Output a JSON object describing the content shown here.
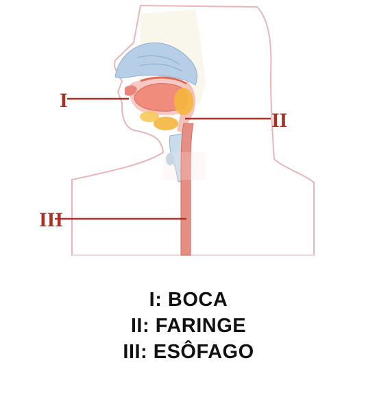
{
  "diagram": {
    "markers": [
      {
        "id": "I",
        "text": "I"
      },
      {
        "id": "II",
        "text": "II"
      },
      {
        "id": "III",
        "text": "III"
      }
    ],
    "captions": [
      {
        "text": "I: BOCA"
      },
      {
        "text": "II: FARINGE"
      },
      {
        "text": "III: ESÔFAGO"
      }
    ],
    "colors": {
      "outline": "#e6b6bb",
      "leader_line": "#a83024",
      "esophagus": "#e58e84",
      "nasal_cavity": "#b6cfe6",
      "tongue": "#f08c7c",
      "glands": "#f4b63c",
      "neck_fill": "#fde6e2"
    }
  }
}
